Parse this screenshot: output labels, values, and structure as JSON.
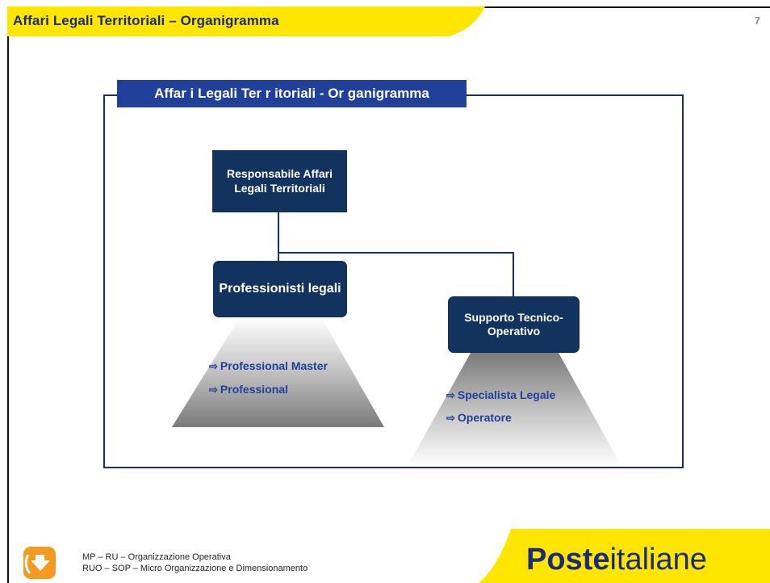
{
  "header": {
    "title": "Affari Legali  Territoriali  – Organigramma",
    "page_number": "7"
  },
  "diagram": {
    "box_title": "Affar i Legali Ter r itoriali - Or ganigramma",
    "top_node": "Responsabile Affari Legali Territoriali",
    "left_node": "Professionisti legali",
    "right_node": "Supporto Tecnico-Operativo",
    "left_roles": [
      "Professional Master",
      "Professional"
    ],
    "right_roles": [
      "Specialista Legale",
      "Operatore"
    ],
    "arrow_glyph": "⇨"
  },
  "footer": {
    "line1": "MP – RU – Organizzazione Operativa",
    "line2": "RUO – SOP – Micro Organizzazione e Dimensionamento",
    "brand_bold": "Poste",
    "brand_regular": "italiane"
  },
  "colors": {
    "yellow": "#FFE600",
    "navy": "#13335F",
    "blue": "#21409A"
  }
}
